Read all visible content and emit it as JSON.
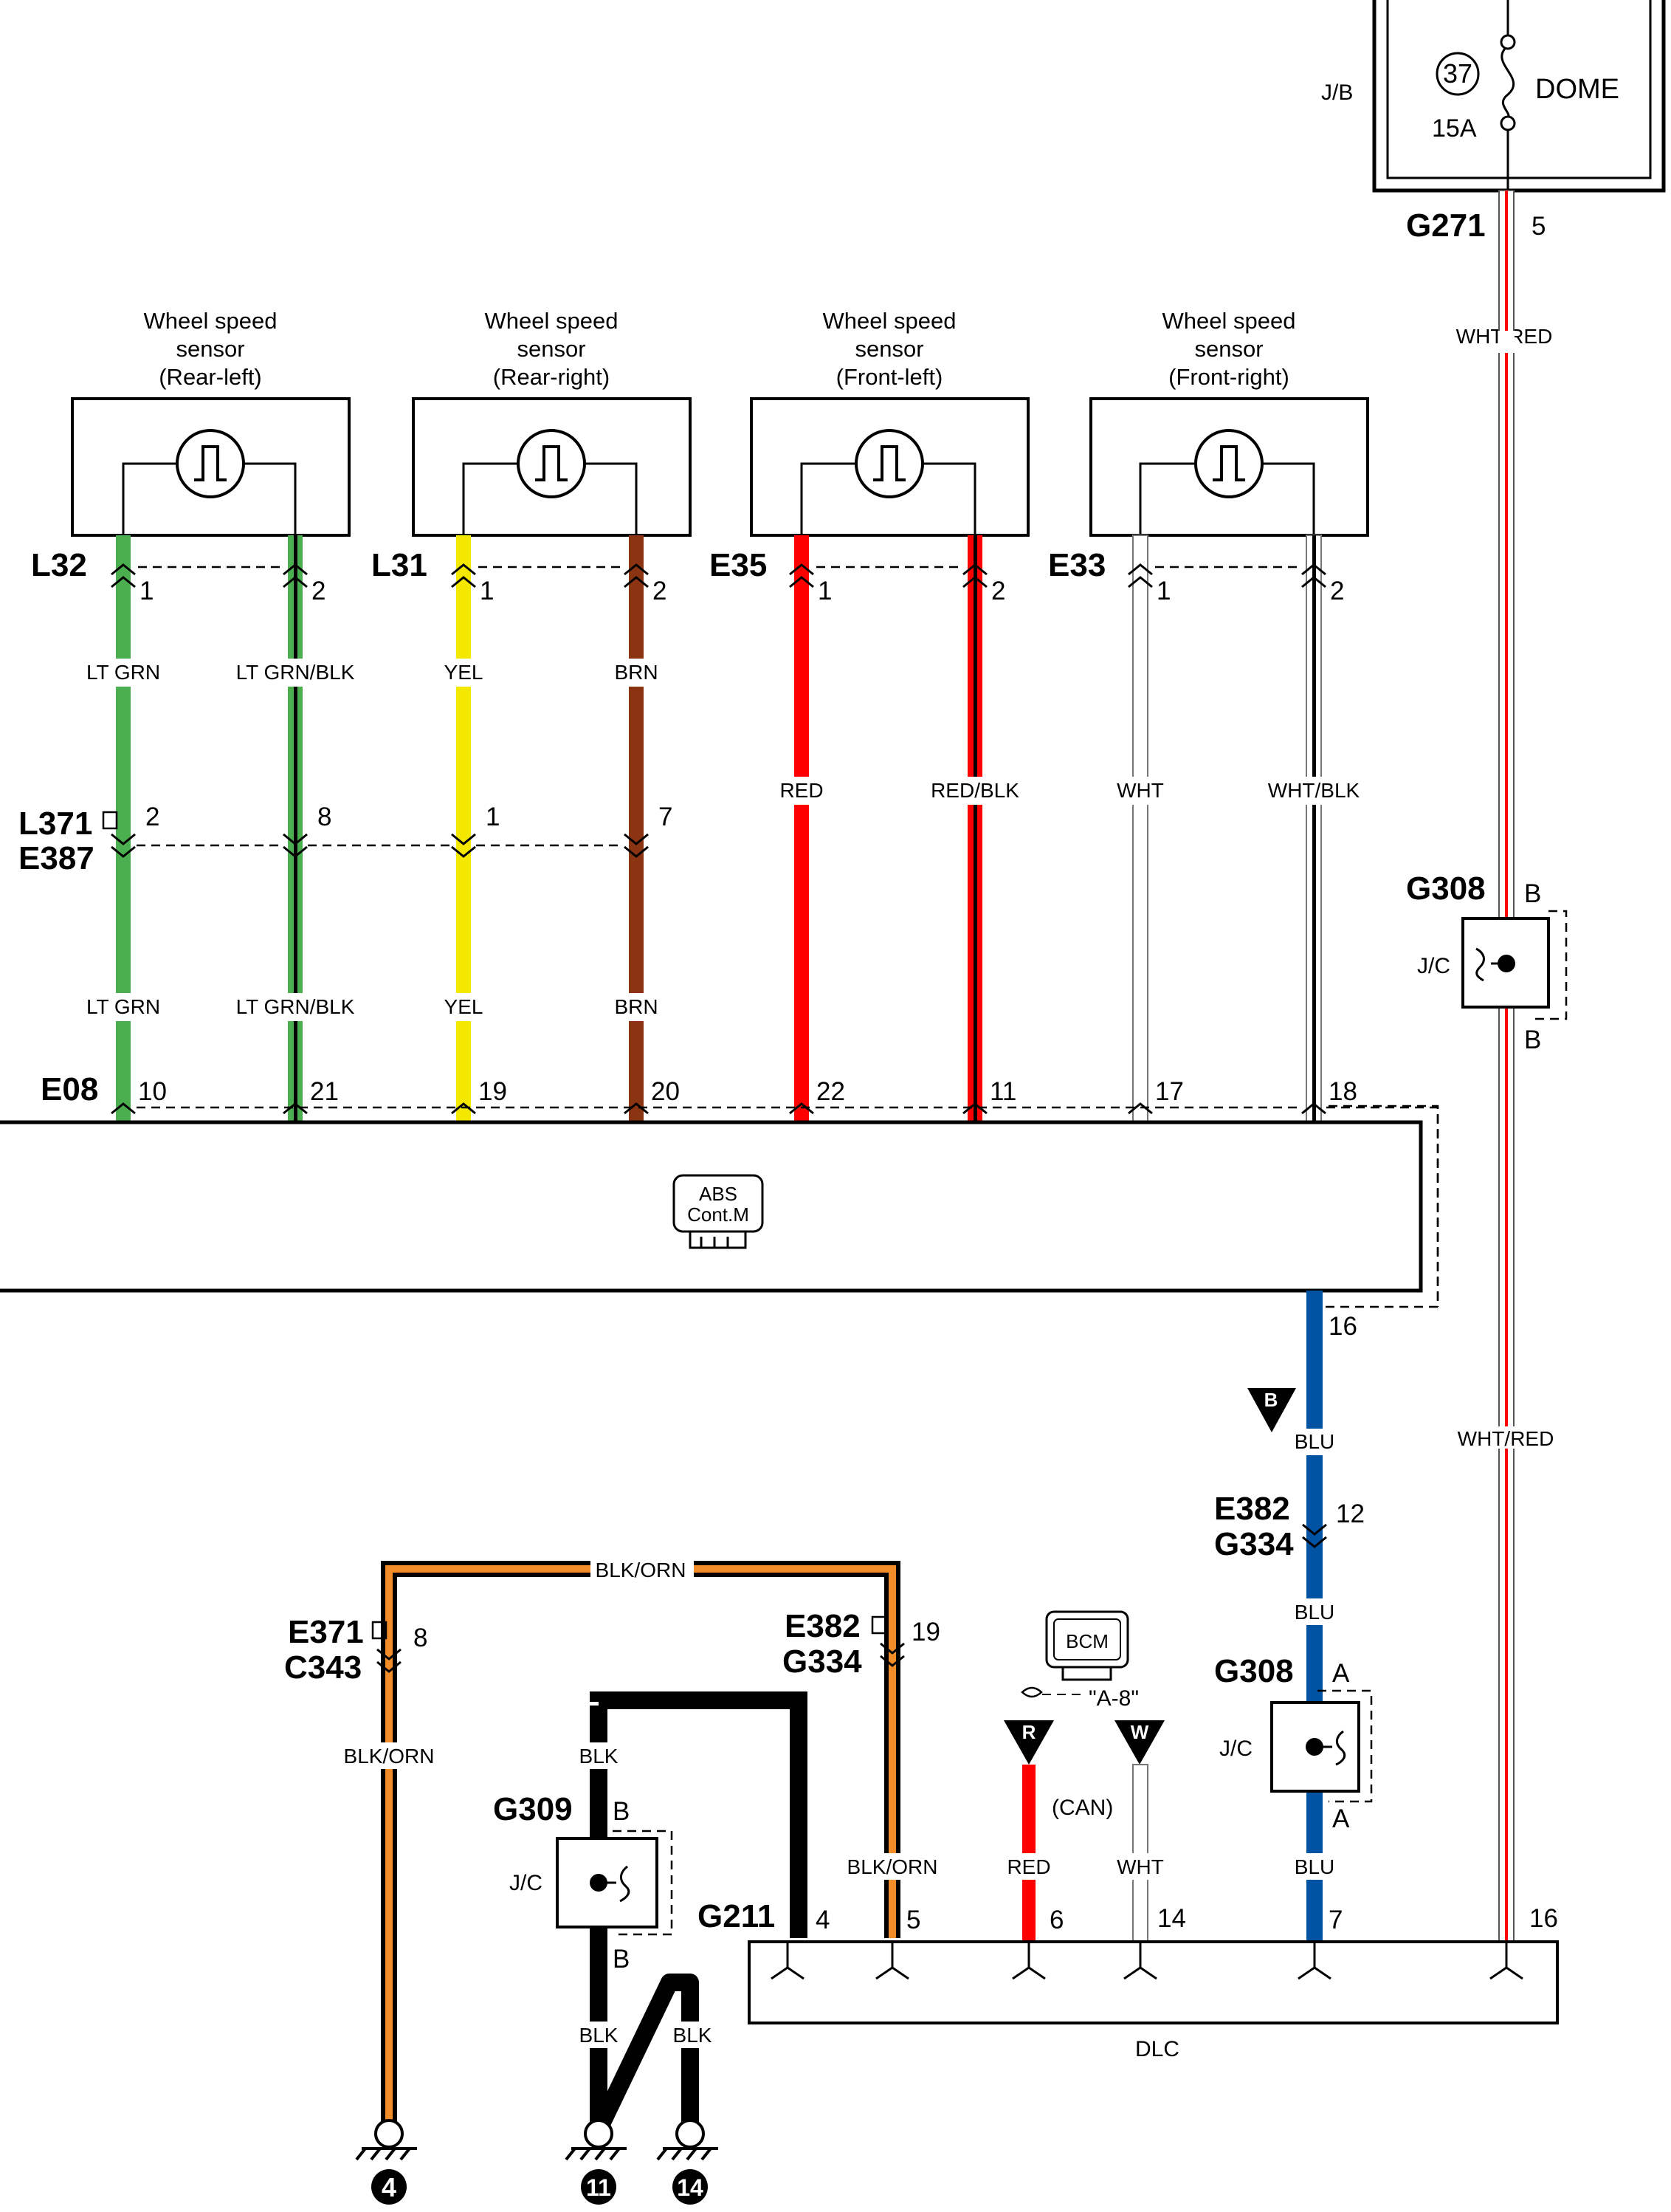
{
  "junction_block": {
    "label": "J/B",
    "fuse_number": "37",
    "fuse_rating": "15A",
    "fuse_name": "DOME",
    "connector": "G271",
    "pin": "5",
    "wire": "WHT/RED"
  },
  "sensors": [
    {
      "title": [
        "Wheel speed",
        "sensor",
        "(Rear-left)"
      ],
      "connector": "L32",
      "pins": [
        "1",
        "2"
      ],
      "wires": [
        {
          "color": "LT GRN",
          "hex": "#4bae4f"
        },
        {
          "color": "LT GRN/BLK",
          "hex": "#4bae4f"
        }
      ],
      "inline_pins": [
        "2",
        "8"
      ],
      "lower_labels": [
        "LT GRN",
        "LT GRN/BLK"
      ],
      "ecu_pins": [
        "10",
        "21"
      ]
    },
    {
      "title": [
        "Wheel speed",
        "sensor",
        "(Rear-right)"
      ],
      "connector": "L31",
      "pins": [
        "1",
        "2"
      ],
      "wires": [
        {
          "color": "YEL",
          "hex": "#f5e800"
        },
        {
          "color": "BRN",
          "hex": "#8b3412"
        }
      ],
      "inline_pins": [
        "1",
        "7"
      ],
      "lower_labels": [
        "YEL",
        "BRN"
      ],
      "ecu_pins": [
        "19",
        "20"
      ]
    },
    {
      "title": [
        "Wheel speed",
        "sensor",
        "(Front-left)"
      ],
      "connector": "E35",
      "pins": [
        "1",
        "2"
      ],
      "wires": [
        {
          "color": "RED",
          "hex": "#ff0000"
        },
        {
          "color": "RED/BLK",
          "hex": "#ff0000"
        }
      ],
      "inline_pins": [],
      "lower_labels": [],
      "ecu_pins": [
        "22",
        "11"
      ]
    },
    {
      "title": [
        "Wheel speed",
        "sensor",
        "(Front-right)"
      ],
      "connector": "E33",
      "pins": [
        "1",
        "2"
      ],
      "wires": [
        {
          "color": "WHT",
          "hex": "#ffffff"
        },
        {
          "color": "WHT/BLK",
          "hex": "#ffffff"
        }
      ],
      "inline_pins": [],
      "lower_labels": [],
      "ecu_pins": [
        "17",
        "18"
      ]
    }
  ],
  "inline_connector": [
    "L371",
    "E387"
  ],
  "abs": {
    "connector": "E08",
    "label_line1": "ABS",
    "label_line2": "Cont.M",
    "out_pin": "16"
  },
  "blu_line": {
    "wire": "BLU",
    "marker": "B",
    "conn": [
      "E382",
      "G334"
    ],
    "conn_pin": "12",
    "jc_name": "G308",
    "jc_pin": "A",
    "jc_label": "J/C",
    "dlc_pin": "7"
  },
  "g308_top": {
    "name": "G308",
    "pin": "B",
    "label": "J/C"
  },
  "wht_red_lower": "WHT/RED",
  "bcm": {
    "label": "BCM",
    "ref": "\"A-8\"",
    "can": "(CAN)",
    "r_marker": "R",
    "w_marker": "W",
    "red_wire": "RED",
    "wht_wire": "WHT",
    "red_pin": "6",
    "wht_pin": "14"
  },
  "ground_left": {
    "conn": [
      "E371",
      "C343"
    ],
    "pin": "8",
    "wire": "BLK/ORN",
    "top_wire": "BLK/ORN",
    "ground_no": "4"
  },
  "blk_orn_dlc": {
    "conn": [
      "E382",
      "G334"
    ],
    "pin": "19",
    "wire": "BLK/ORN",
    "dlc_pin": "5"
  },
  "g309": {
    "name": "G309",
    "pin": "B",
    "label": "J/C",
    "top_wire": "BLK",
    "bot_wire_a": "BLK",
    "bot_wire_b": "BLK",
    "ground_a": "11",
    "ground_b": "14"
  },
  "dlc": {
    "name": "DLC",
    "connector": "G211",
    "pin_blk": "4",
    "pin_wr": "16"
  }
}
